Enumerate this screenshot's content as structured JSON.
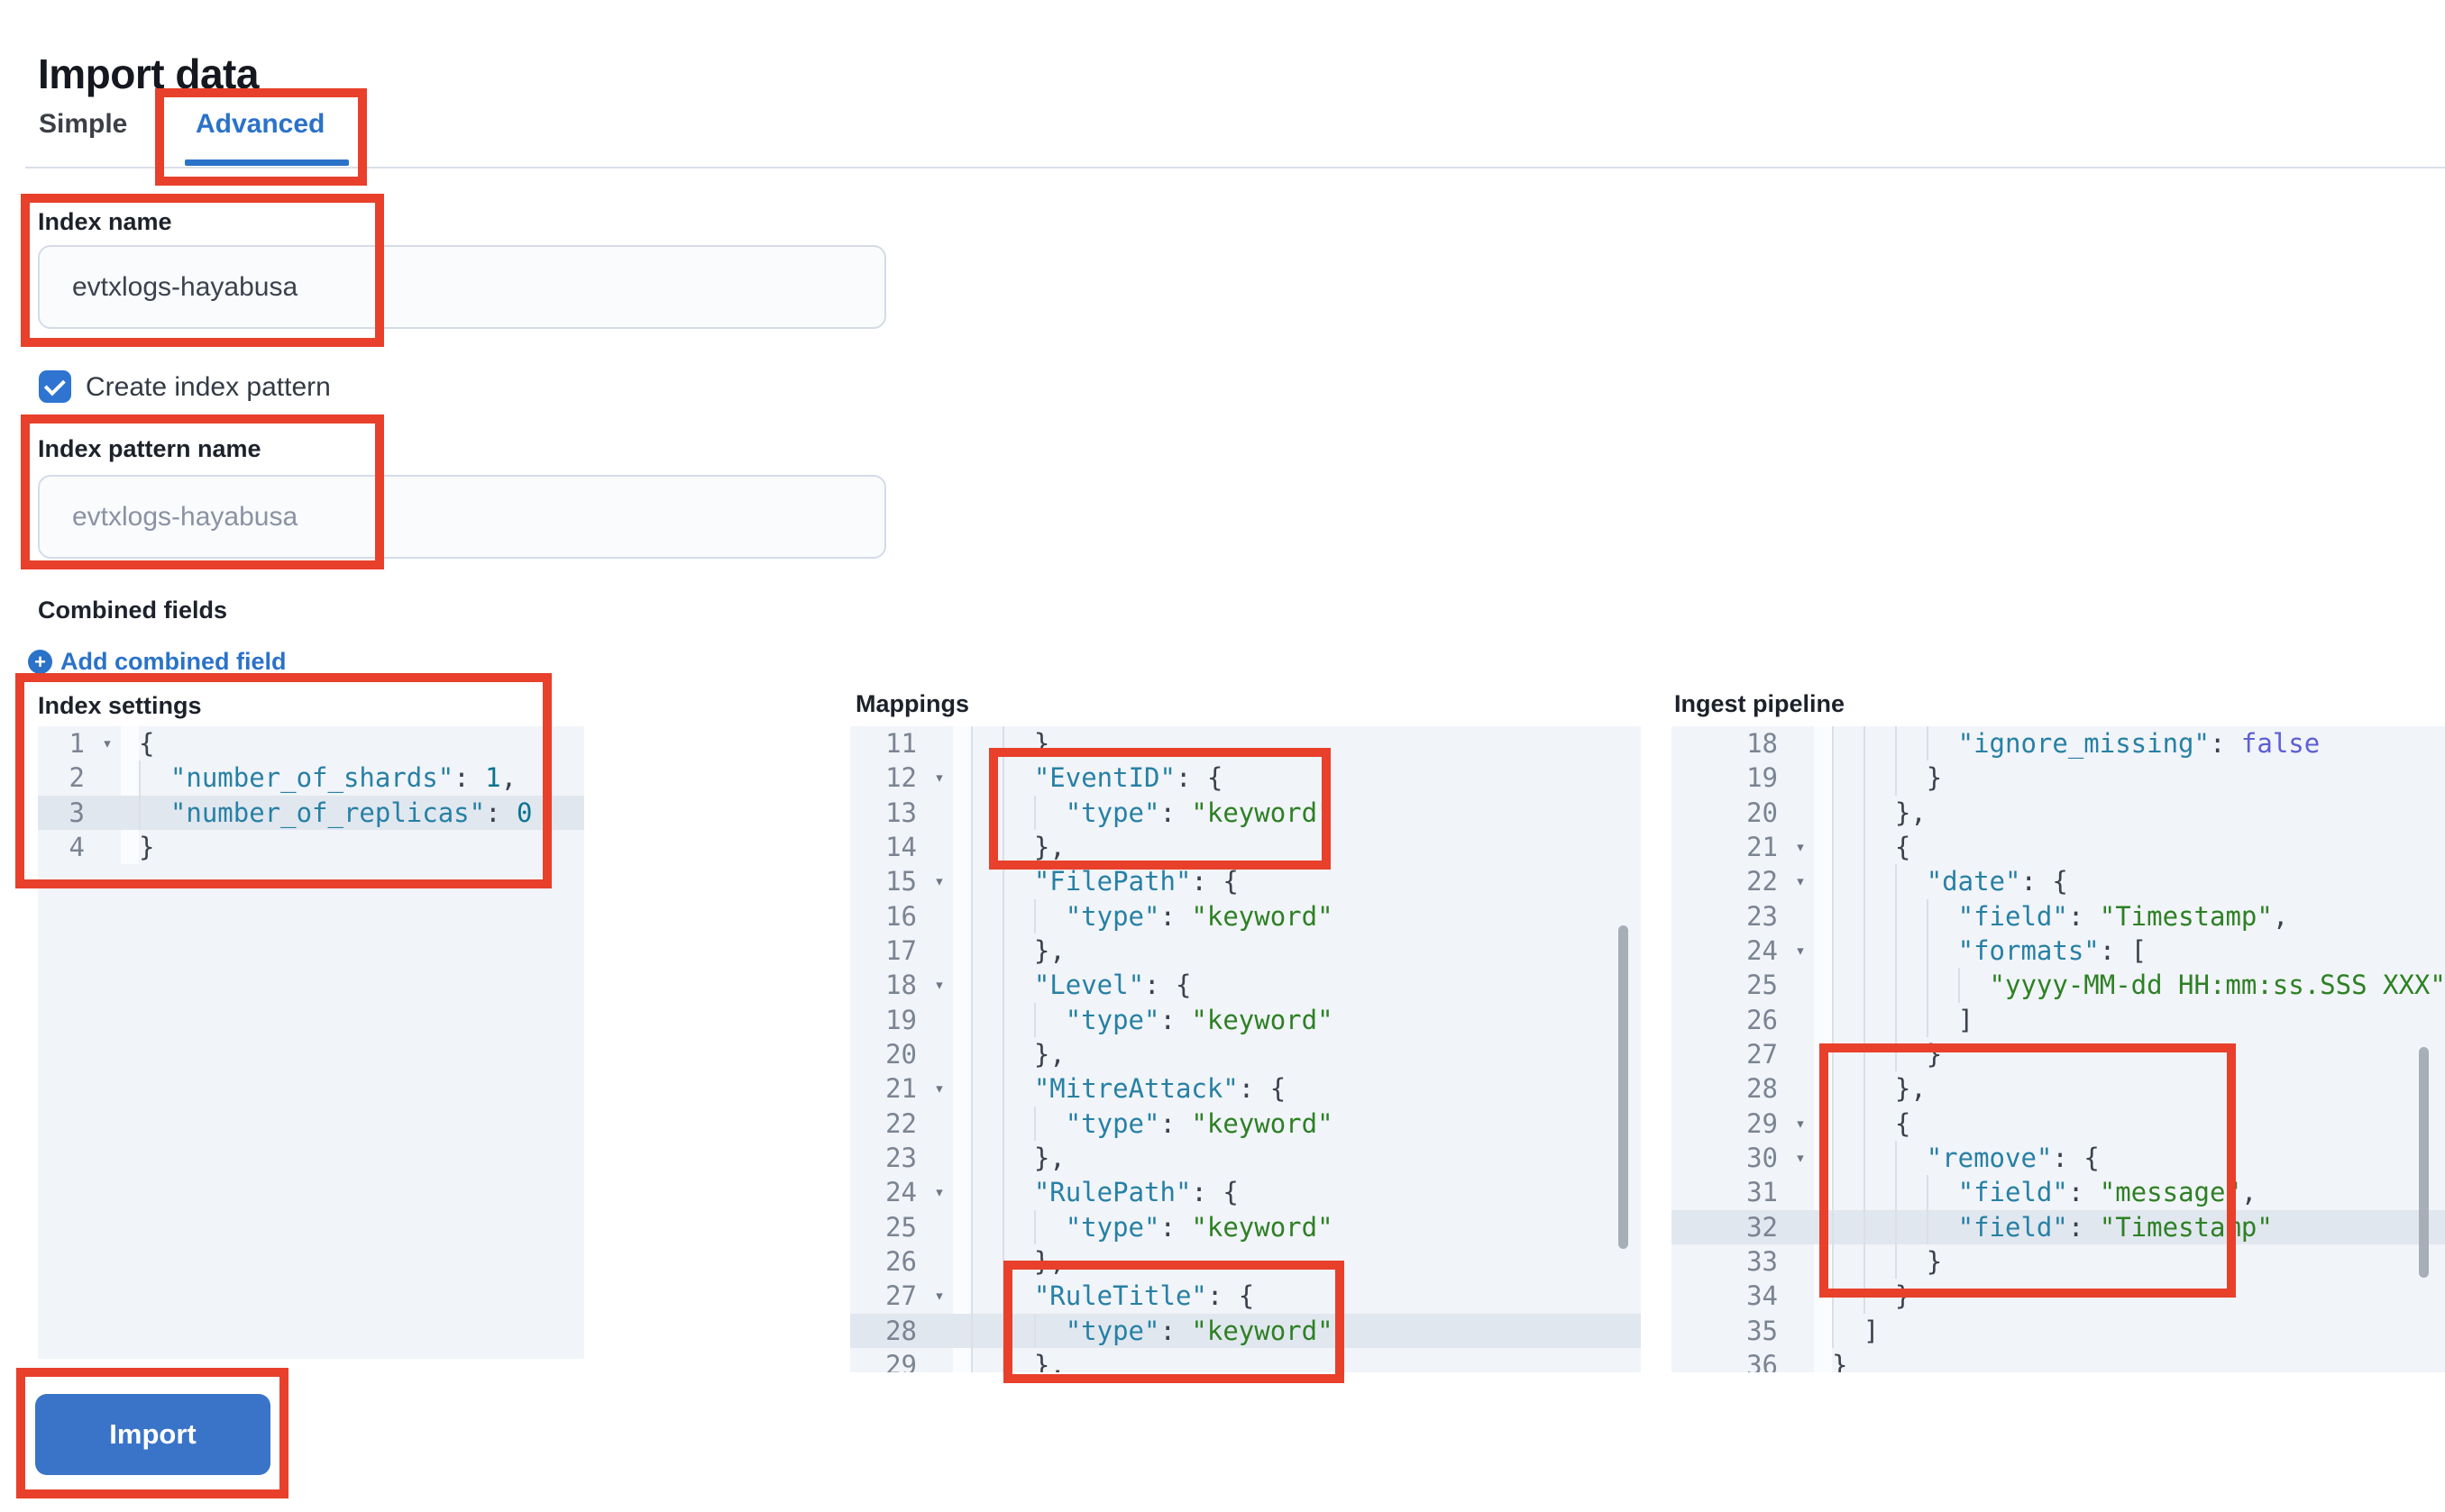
{
  "page": {
    "title": "Import data"
  },
  "tabs": {
    "simple": "Simple",
    "advanced": "Advanced",
    "selected": "Advanced"
  },
  "form": {
    "index_name": {
      "label": "Index name",
      "value": "evtxlogs-hayabusa"
    },
    "create_index_pattern": {
      "label": "Create index pattern",
      "checked": true
    },
    "index_pattern_name": {
      "label": "Index pattern name",
      "placeholder": "evtxlogs-hayabusa"
    },
    "combined_fields_label": "Combined fields",
    "add_combined_field_label": "Add combined field"
  },
  "editors": {
    "index_settings": {
      "label": "Index settings",
      "lines": [
        {
          "num": 1,
          "ind": 0,
          "fold": true,
          "active": false,
          "seg": [
            [
              "p",
              "{"
            ]
          ]
        },
        {
          "num": 2,
          "ind": 1,
          "fold": false,
          "active": false,
          "seg": [
            [
              "k",
              "\"number_of_shards\""
            ],
            [
              "p",
              ": "
            ],
            [
              "n",
              "1"
            ],
            [
              "p",
              ","
            ]
          ]
        },
        {
          "num": 3,
          "ind": 1,
          "fold": false,
          "active": true,
          "seg": [
            [
              "k",
              "\"number_of_replicas\""
            ],
            [
              "p",
              ": "
            ],
            [
              "n",
              "0"
            ]
          ]
        },
        {
          "num": 4,
          "ind": 0,
          "fold": false,
          "active": false,
          "seg": [
            [
              "p",
              "}"
            ]
          ]
        }
      ]
    },
    "mappings": {
      "label": "Mappings",
      "lines": [
        {
          "num": 11,
          "ind": 2,
          "fold": false,
          "active": false,
          "seg": [
            [
              "p",
              "},"
            ]
          ]
        },
        {
          "num": 12,
          "ind": 2,
          "fold": true,
          "active": false,
          "seg": [
            [
              "k",
              "\"EventID\""
            ],
            [
              "p",
              ": {"
            ]
          ]
        },
        {
          "num": 13,
          "ind": 3,
          "fold": false,
          "active": false,
          "seg": [
            [
              "k",
              "\"type\""
            ],
            [
              "p",
              ": "
            ],
            [
              "s",
              "\"keyword\""
            ]
          ]
        },
        {
          "num": 14,
          "ind": 2,
          "fold": false,
          "active": false,
          "seg": [
            [
              "p",
              "},"
            ]
          ]
        },
        {
          "num": 15,
          "ind": 2,
          "fold": true,
          "active": false,
          "seg": [
            [
              "k",
              "\"FilePath\""
            ],
            [
              "p",
              ": {"
            ]
          ]
        },
        {
          "num": 16,
          "ind": 3,
          "fold": false,
          "active": false,
          "seg": [
            [
              "k",
              "\"type\""
            ],
            [
              "p",
              ": "
            ],
            [
              "s",
              "\"keyword\""
            ]
          ]
        },
        {
          "num": 17,
          "ind": 2,
          "fold": false,
          "active": false,
          "seg": [
            [
              "p",
              "},"
            ]
          ]
        },
        {
          "num": 18,
          "ind": 2,
          "fold": true,
          "active": false,
          "seg": [
            [
              "k",
              "\"Level\""
            ],
            [
              "p",
              ": {"
            ]
          ]
        },
        {
          "num": 19,
          "ind": 3,
          "fold": false,
          "active": false,
          "seg": [
            [
              "k",
              "\"type\""
            ],
            [
              "p",
              ": "
            ],
            [
              "s",
              "\"keyword\""
            ]
          ]
        },
        {
          "num": 20,
          "ind": 2,
          "fold": false,
          "active": false,
          "seg": [
            [
              "p",
              "},"
            ]
          ]
        },
        {
          "num": 21,
          "ind": 2,
          "fold": true,
          "active": false,
          "seg": [
            [
              "k",
              "\"MitreAttack\""
            ],
            [
              "p",
              ": {"
            ]
          ]
        },
        {
          "num": 22,
          "ind": 3,
          "fold": false,
          "active": false,
          "seg": [
            [
              "k",
              "\"type\""
            ],
            [
              "p",
              ": "
            ],
            [
              "s",
              "\"keyword\""
            ]
          ]
        },
        {
          "num": 23,
          "ind": 2,
          "fold": false,
          "active": false,
          "seg": [
            [
              "p",
              "},"
            ]
          ]
        },
        {
          "num": 24,
          "ind": 2,
          "fold": true,
          "active": false,
          "seg": [
            [
              "k",
              "\"RulePath\""
            ],
            [
              "p",
              ": {"
            ]
          ]
        },
        {
          "num": 25,
          "ind": 3,
          "fold": false,
          "active": false,
          "seg": [
            [
              "k",
              "\"type\""
            ],
            [
              "p",
              ": "
            ],
            [
              "s",
              "\"keyword\""
            ]
          ]
        },
        {
          "num": 26,
          "ind": 2,
          "fold": false,
          "active": false,
          "seg": [
            [
              "p",
              "},"
            ]
          ]
        },
        {
          "num": 27,
          "ind": 2,
          "fold": true,
          "active": false,
          "seg": [
            [
              "k",
              "\"RuleTitle\""
            ],
            [
              "p",
              ": {"
            ]
          ]
        },
        {
          "num": 28,
          "ind": 3,
          "fold": false,
          "active": true,
          "seg": [
            [
              "k",
              "\"type\""
            ],
            [
              "p",
              ": "
            ],
            [
              "s",
              "\"keyword\""
            ]
          ]
        },
        {
          "num": 29,
          "ind": 2,
          "fold": false,
          "active": false,
          "seg": [
            [
              "p",
              "},"
            ]
          ]
        }
      ]
    },
    "ingest_pipeline": {
      "label": "Ingest pipeline",
      "lines": [
        {
          "num": 18,
          "ind": 4,
          "fold": false,
          "active": false,
          "seg": [
            [
              "k",
              "\"ignore_missing\""
            ],
            [
              "p",
              ": "
            ],
            [
              "b",
              "false"
            ]
          ]
        },
        {
          "num": 19,
          "ind": 3,
          "fold": false,
          "active": false,
          "seg": [
            [
              "p",
              "}"
            ]
          ]
        },
        {
          "num": 20,
          "ind": 2,
          "fold": false,
          "active": false,
          "seg": [
            [
              "p",
              "},"
            ]
          ]
        },
        {
          "num": 21,
          "ind": 2,
          "fold": true,
          "active": false,
          "seg": [
            [
              "p",
              "{"
            ]
          ]
        },
        {
          "num": 22,
          "ind": 3,
          "fold": true,
          "active": false,
          "seg": [
            [
              "k",
              "\"date\""
            ],
            [
              "p",
              ": {"
            ]
          ]
        },
        {
          "num": 23,
          "ind": 4,
          "fold": false,
          "active": false,
          "seg": [
            [
              "k",
              "\"field\""
            ],
            [
              "p",
              ": "
            ],
            [
              "s",
              "\"Timestamp\""
            ],
            [
              "p",
              ","
            ]
          ]
        },
        {
          "num": 24,
          "ind": 4,
          "fold": true,
          "active": false,
          "seg": [
            [
              "k",
              "\"formats\""
            ],
            [
              "p",
              ": ["
            ]
          ]
        },
        {
          "num": 25,
          "ind": 5,
          "fold": false,
          "active": false,
          "seg": [
            [
              "s",
              "\"yyyy-MM-dd HH:mm:ss.SSS XXX\""
            ]
          ]
        },
        {
          "num": 26,
          "ind": 4,
          "fold": false,
          "active": false,
          "seg": [
            [
              "p",
              "]"
            ]
          ]
        },
        {
          "num": 27,
          "ind": 3,
          "fold": false,
          "active": false,
          "seg": [
            [
              "p",
              "}"
            ]
          ]
        },
        {
          "num": 28,
          "ind": 2,
          "fold": false,
          "active": false,
          "seg": [
            [
              "p",
              "},"
            ]
          ]
        },
        {
          "num": 29,
          "ind": 2,
          "fold": true,
          "active": false,
          "seg": [
            [
              "p",
              "{"
            ]
          ]
        },
        {
          "num": 30,
          "ind": 3,
          "fold": true,
          "active": false,
          "seg": [
            [
              "k",
              "\"remove\""
            ],
            [
              "p",
              ": {"
            ]
          ]
        },
        {
          "num": 31,
          "ind": 4,
          "fold": false,
          "active": false,
          "seg": [
            [
              "k",
              "\"field\""
            ],
            [
              "p",
              ": "
            ],
            [
              "s",
              "\"message\""
            ],
            [
              "p",
              ","
            ]
          ]
        },
        {
          "num": 32,
          "ind": 4,
          "fold": false,
          "active": true,
          "seg": [
            [
              "k",
              "\"field\""
            ],
            [
              "p",
              ": "
            ],
            [
              "s",
              "\"Timestamp\""
            ]
          ]
        },
        {
          "num": 33,
          "ind": 3,
          "fold": false,
          "active": false,
          "seg": [
            [
              "p",
              "}"
            ]
          ]
        },
        {
          "num": 34,
          "ind": 2,
          "fold": false,
          "active": false,
          "seg": [
            [
              "p",
              "}"
            ]
          ]
        },
        {
          "num": 35,
          "ind": 1,
          "fold": false,
          "active": false,
          "seg": [
            [
              "p",
              "]"
            ]
          ]
        },
        {
          "num": 36,
          "ind": 0,
          "fold": false,
          "active": false,
          "seg": [
            [
              "p",
              "}"
            ]
          ]
        }
      ]
    }
  },
  "import_button": {
    "label": "Import"
  },
  "colors": {
    "accent_blue": "#2b72c9",
    "button_blue": "#3a74c8",
    "checkbox_blue": "#2e74d0",
    "annotation_red": "#e8402b",
    "editor_background": "#f1f4f8",
    "active_line": "#e1e7ef",
    "code_key": "#2780a5",
    "code_string": "#2e8025",
    "code_number": "#0c7490",
    "code_boolean": "#5d5fd3"
  }
}
